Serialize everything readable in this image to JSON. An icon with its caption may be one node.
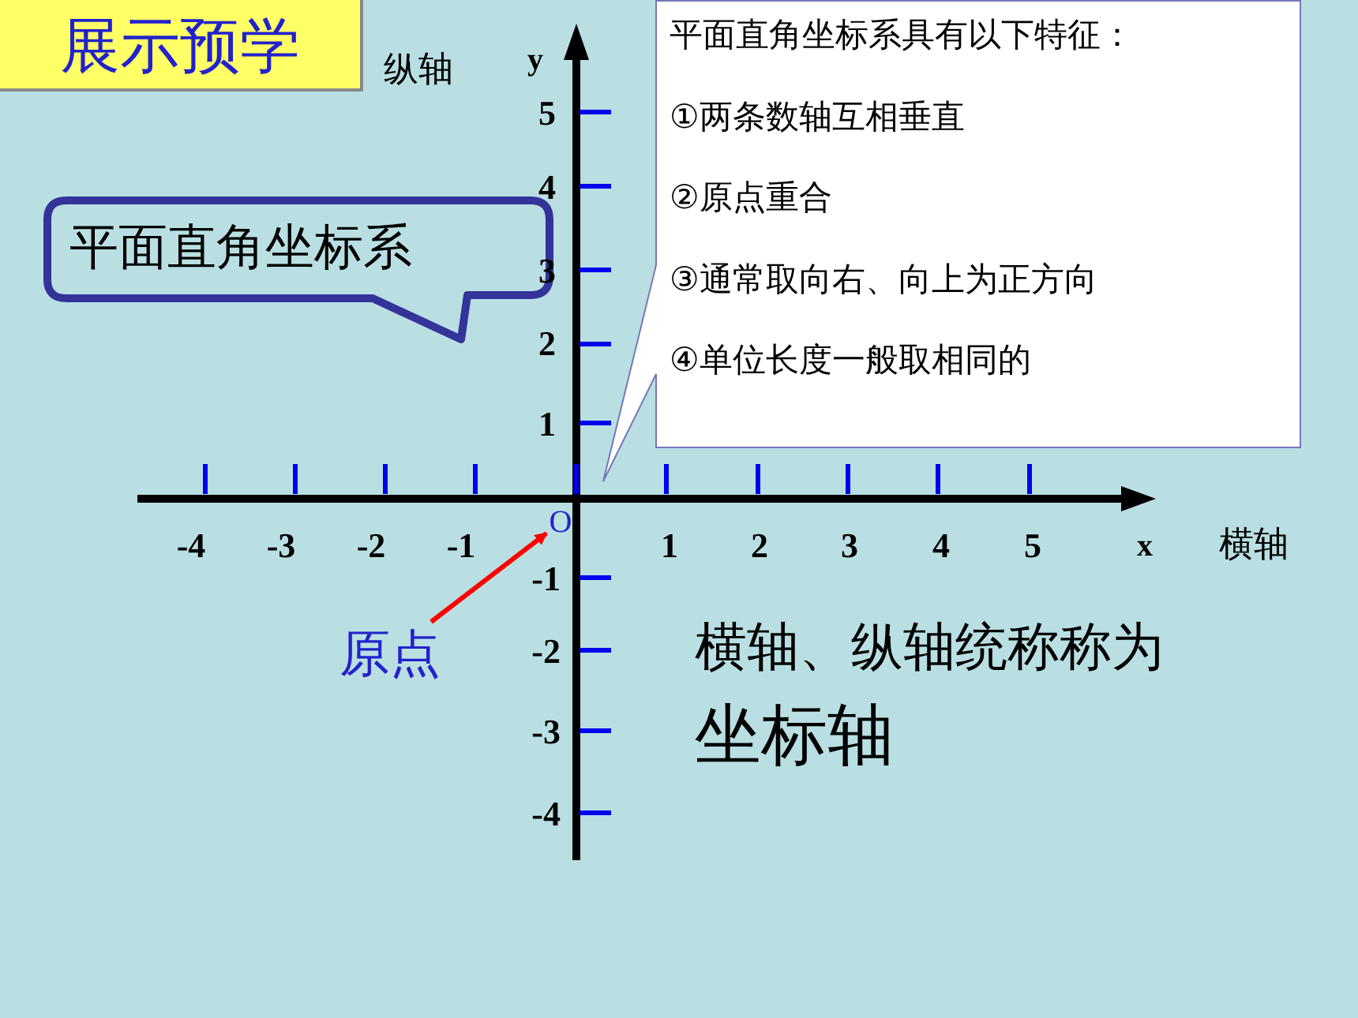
{
  "diagram": {
    "title": "展示预学",
    "nodes": [
      {
        "text": [
          "平面直角坐标系"
        ]
      },
      {
        "text": [
          "平面直角坐标系具有以下特征：",
          "①两条数轴互相垂直",
          "②原点重合",
          "③通常取向右、向上为正方向",
          "④单位长度一般取相同的"
        ]
      },
      {
        "text": [
          "原点"
        ]
      },
      {
        "text": [
          "O"
        ]
      }
    ],
    "edges": [
      {
        "from": 2,
        "to": 3,
        "arrow": "to",
        "color": "#ff0000"
      }
    ],
    "labels": [
      "纵轴",
      "y",
      "5",
      "4",
      "3",
      "2",
      "1",
      "-4",
      "-3",
      "-2",
      "-1",
      "1",
      "2",
      "3",
      "4",
      "5",
      "x",
      "横轴",
      "-1",
      "-2",
      "-3",
      "-4",
      "横轴、纵轴统称称为",
      "坐标轴"
    ]
  }
}
